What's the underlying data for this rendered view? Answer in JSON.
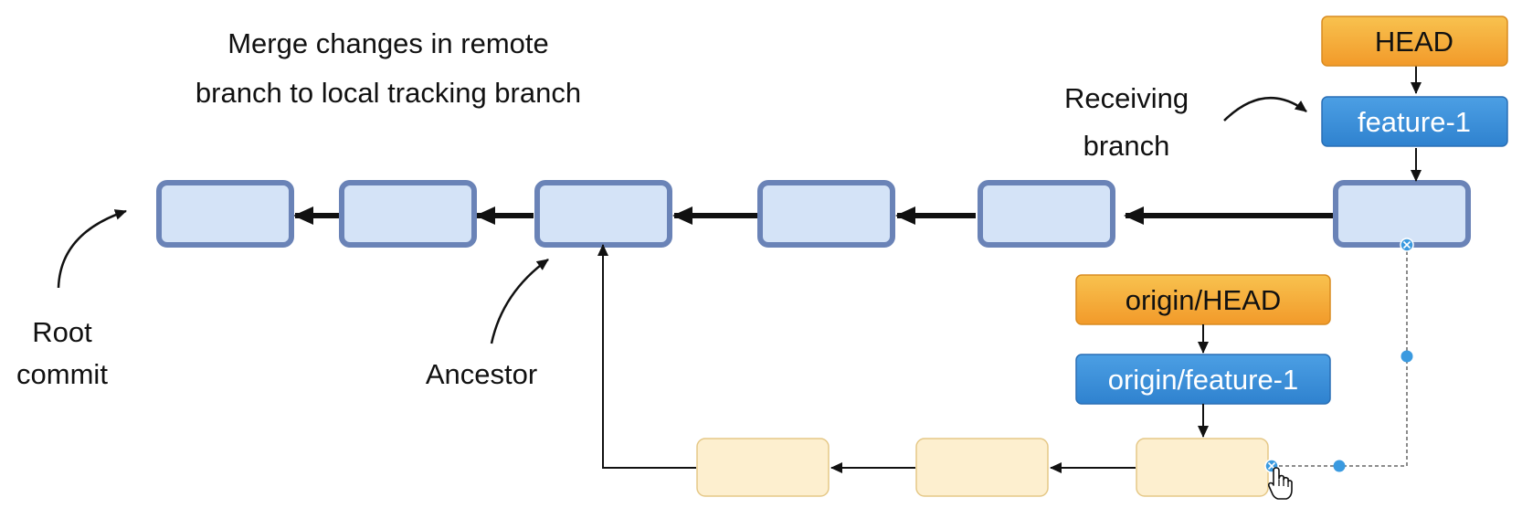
{
  "title": {
    "line1": "Merge changes in remote",
    "line2": "branch to local tracking branch"
  },
  "annotations": {
    "receiving_line1": "Receiving",
    "receiving_line2": "branch",
    "root_line1": "Root",
    "root_line2": "commit",
    "ancestor": "Ancestor"
  },
  "refs": {
    "head": "HEAD",
    "feature": "feature-1",
    "origin_head": "origin/HEAD",
    "origin_feature": "origin/feature-1"
  },
  "colors": {
    "head_fill": "#f6a935",
    "branch_fill": "#3a8fd8",
    "local_commit_fill": "#d4e3f7",
    "local_commit_stroke": "#6a83b7",
    "remote_commit_fill": "#fdefcf",
    "remote_commit_stroke": "#e5c887",
    "selection_handle": "#3a9ae0"
  },
  "icons": {
    "cursor": "hand-pointer-icon",
    "handle": "selection-handle-icon"
  }
}
